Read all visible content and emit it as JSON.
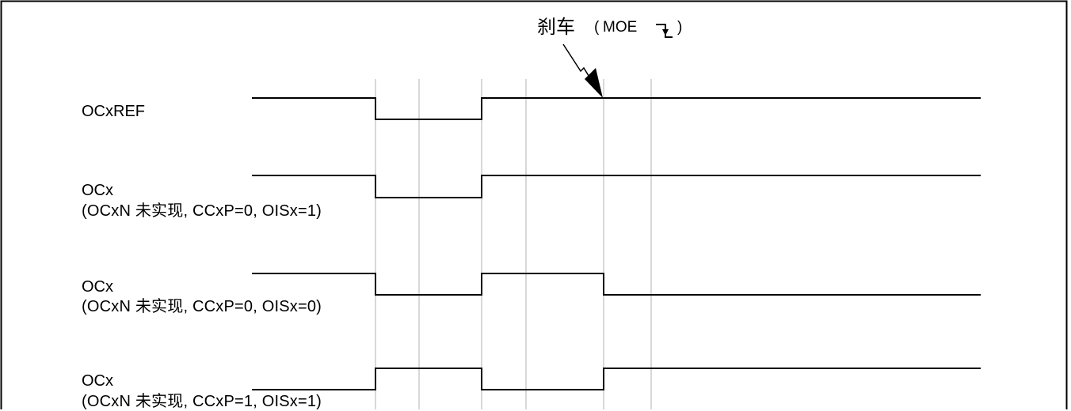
{
  "brake": {
    "cn": "刹车",
    "open": "(",
    "en": "MOE",
    "close": ")"
  },
  "signals": [
    {
      "name": "OCxREF",
      "note": "",
      "levels": [
        1,
        0,
        0,
        1,
        1,
        1,
        1
      ]
    },
    {
      "name": "OCx",
      "note": "(OCxN 未实现, CCxP=0, OISx=1)",
      "levels": [
        1,
        0,
        0,
        1,
        1,
        1,
        1
      ]
    },
    {
      "name": "OCx",
      "note": "(OCxN 未实现, CCxP=0, OISx=0)",
      "levels": [
        1,
        0,
        0,
        1,
        1,
        0,
        0
      ]
    },
    {
      "name": "OCx",
      "note": "(OCxN 未实现, CCxP=1, OISx=1)",
      "levels": [
        0,
        1,
        1,
        0,
        0,
        1,
        1
      ]
    }
  ],
  "colors": {
    "line": "#000000",
    "gridline": "#b0b0b0",
    "border": "#000000"
  }
}
